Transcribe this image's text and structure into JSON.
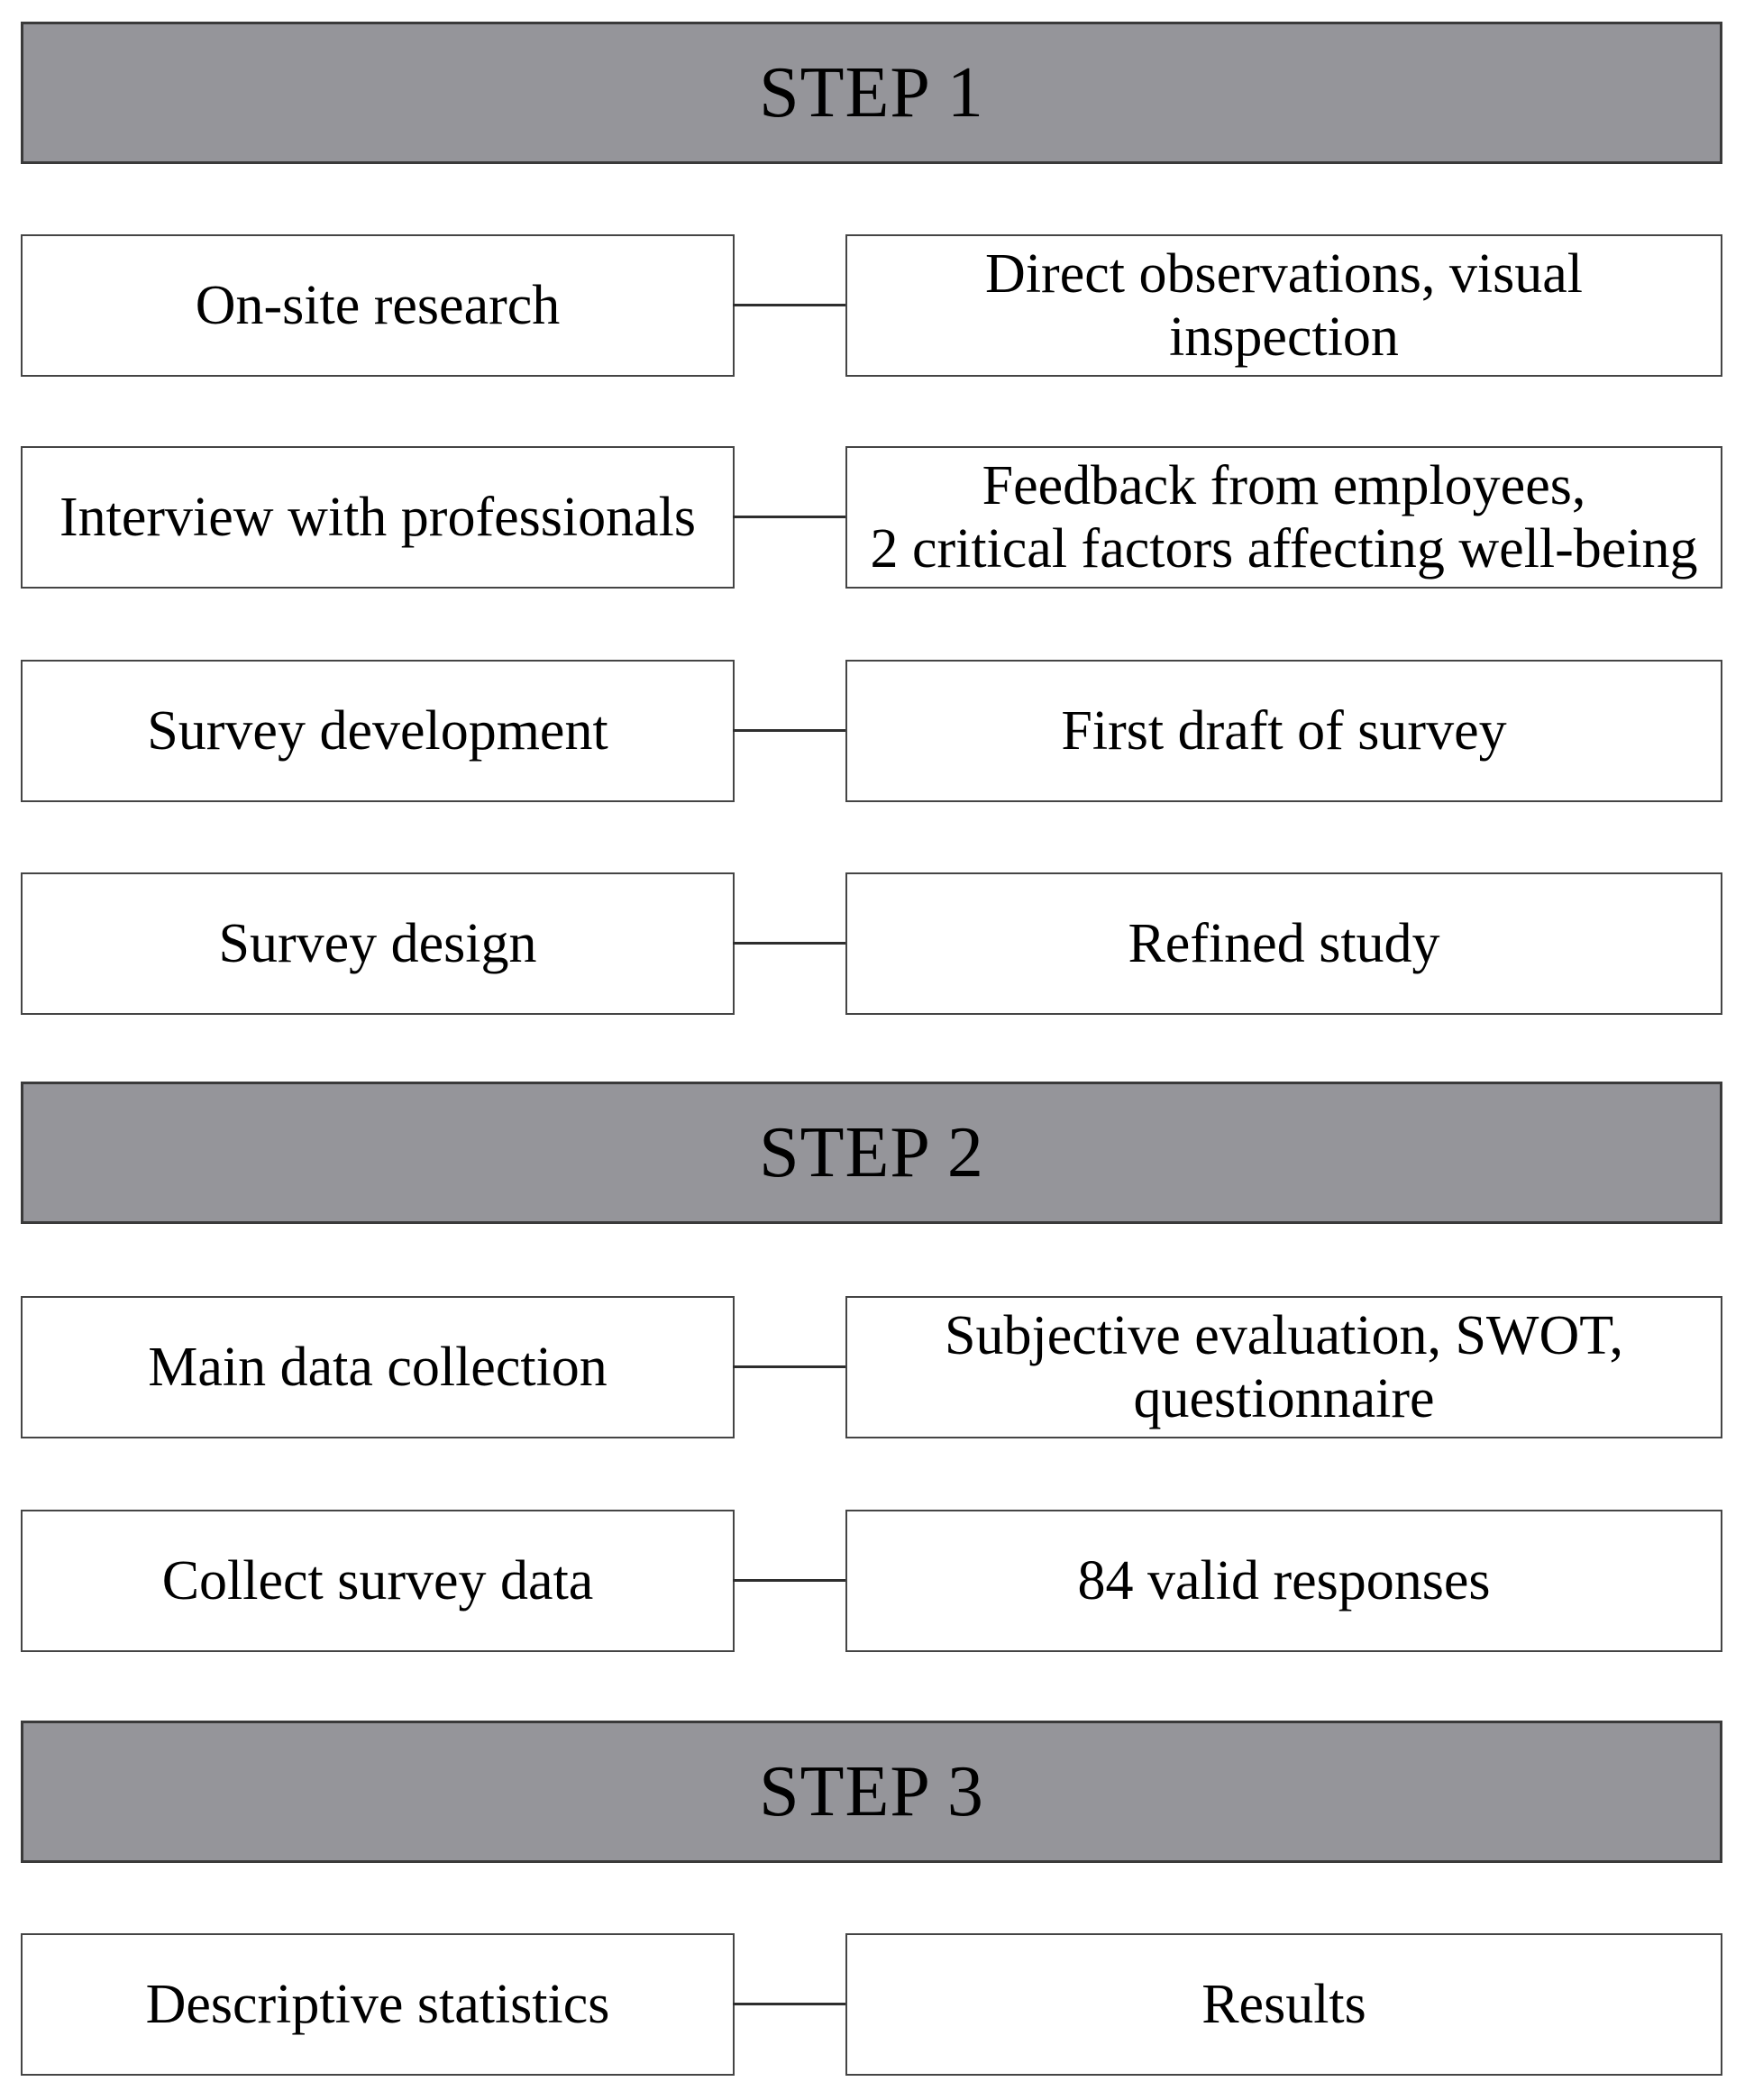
{
  "colors": {
    "bar_fill": "#95959a",
    "bar_border": "#3a3a3a",
    "box_border": "#454545",
    "connector": "#2e2e2e",
    "text": "#000000",
    "background": "#ffffff"
  },
  "steps": [
    {
      "label": "STEP 1",
      "rows": [
        {
          "left": "On-site research",
          "right": "Direct observations, visual\ninspection"
        },
        {
          "left": "Interview with professionals",
          "right": "Feedback from employees,\n2 critical factors affecting well-being"
        },
        {
          "left": "Survey development",
          "right": "First draft of survey"
        },
        {
          "left": "Survey design",
          "right": "Refined study"
        }
      ]
    },
    {
      "label": "STEP 2",
      "rows": [
        {
          "left": "Main data collection",
          "right": "Subjective evaluation, SWOT,\nquestionnaire"
        },
        {
          "left": "Collect survey data",
          "right": "84 valid responses"
        }
      ]
    },
    {
      "label": "STEP 3",
      "rows": [
        {
          "left": "Descriptive statistics",
          "right": "Results"
        }
      ]
    }
  ]
}
